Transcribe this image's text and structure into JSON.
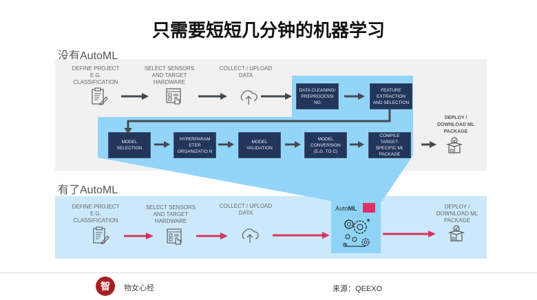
{
  "title": "只需要短短几分钟的机器学习",
  "sections": {
    "without": {
      "label": "没有AutoML",
      "top_steps": [
        {
          "text": "DEFINE PROJECT E.G. CLASSIFICATION",
          "icon": "clipboard-icon"
        },
        {
          "text": "SELECT SENSORS AND TARGET HARDWARE",
          "icon": "checklist-icon"
        },
        {
          "text": "COLLECT / UPLOAD DATA",
          "icon": "cloud-upload-icon"
        }
      ],
      "pipeline_row1": [
        "DATA CLEANING/ PREPROCESSI NG",
        "FEATURE EXTRACTION AND SELECTION"
      ],
      "pipeline_row2": [
        "MODEL SELECTION",
        "HYPERPARAM ETER ORGANIZATIO N",
        "MODEL VALIDATION",
        "MODEL CONVERSION (E.G. TO C)",
        "COMPILE TARGET-SPECIFIC ML PACKAGE"
      ],
      "deploy": {
        "text": "DEPLOY / DOWNLOAD ML PACKAGE",
        "icon": "package-icon"
      }
    },
    "with": {
      "label": "有了AutoML",
      "steps": [
        {
          "text": "DEFINE PROJECT E.G. CLASSIFICATION",
          "icon": "clipboard-icon"
        },
        {
          "text": "SELECT SENSORS AND TARGET HARDWARE",
          "icon": "checklist-icon"
        },
        {
          "text": "COLLECT / UPLOAD DATA",
          "icon": "cloud-upload-icon"
        }
      ],
      "automl": {
        "prefix": "Auto",
        "bold": "ML",
        "icon": "gears-icon"
      },
      "deploy": {
        "text": "DEPLOY / DOWNLOAD ML PACKAGE",
        "icon": "package-icon"
      }
    }
  },
  "colors": {
    "gray_panel": "#f1f1f1",
    "blue_highlight": "#93d5f8",
    "light_blue_panel": "#cce9fb",
    "dark_box": "#22355a",
    "arrow_dark": "#444a50",
    "arrow_red": "#d8345f",
    "brand_red": "#a51f24"
  },
  "footer": {
    "brand_logo_char": "智",
    "brand_name": "物女心经",
    "source": "来源：QEEXO"
  }
}
